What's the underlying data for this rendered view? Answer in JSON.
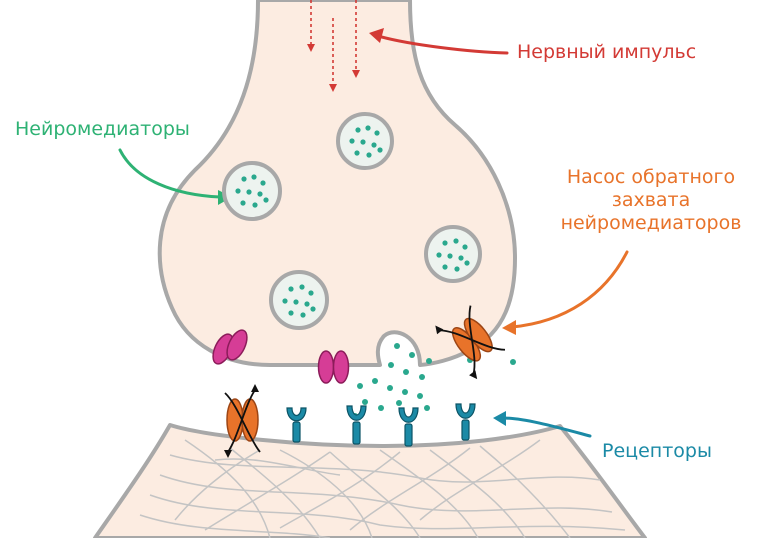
{
  "labels": {
    "nerve_impulse": "Нервный импульс",
    "neurotransmitters": "Нейромедиаторы",
    "reuptake_pump": [
      "Насос обратного",
      "захвата",
      "нейромедиаторов"
    ],
    "receptors": "Рецепторы"
  },
  "colors": {
    "background": "#ffffff",
    "neuron_fill": "#fcece1",
    "neuron_outline": "#a8a8a8",
    "fiber": "#c4c4c4",
    "vesicle_fill": "#edf3ef",
    "neurotransmitter": "#2aa88e",
    "impulse": "#d33a35",
    "neurotransmitters_label": "#2eb274",
    "pump": "#e8732a",
    "pump_outline": "#9c4515",
    "channel": "#d63d96",
    "channel_outline": "#8c1c5a",
    "receptor": "#1b8aa6",
    "receptor_outline": "#0c5466"
  },
  "icons": [
    "impulse-arrow",
    "vesicle",
    "ion-channel",
    "reuptake-pump",
    "receptor"
  ]
}
